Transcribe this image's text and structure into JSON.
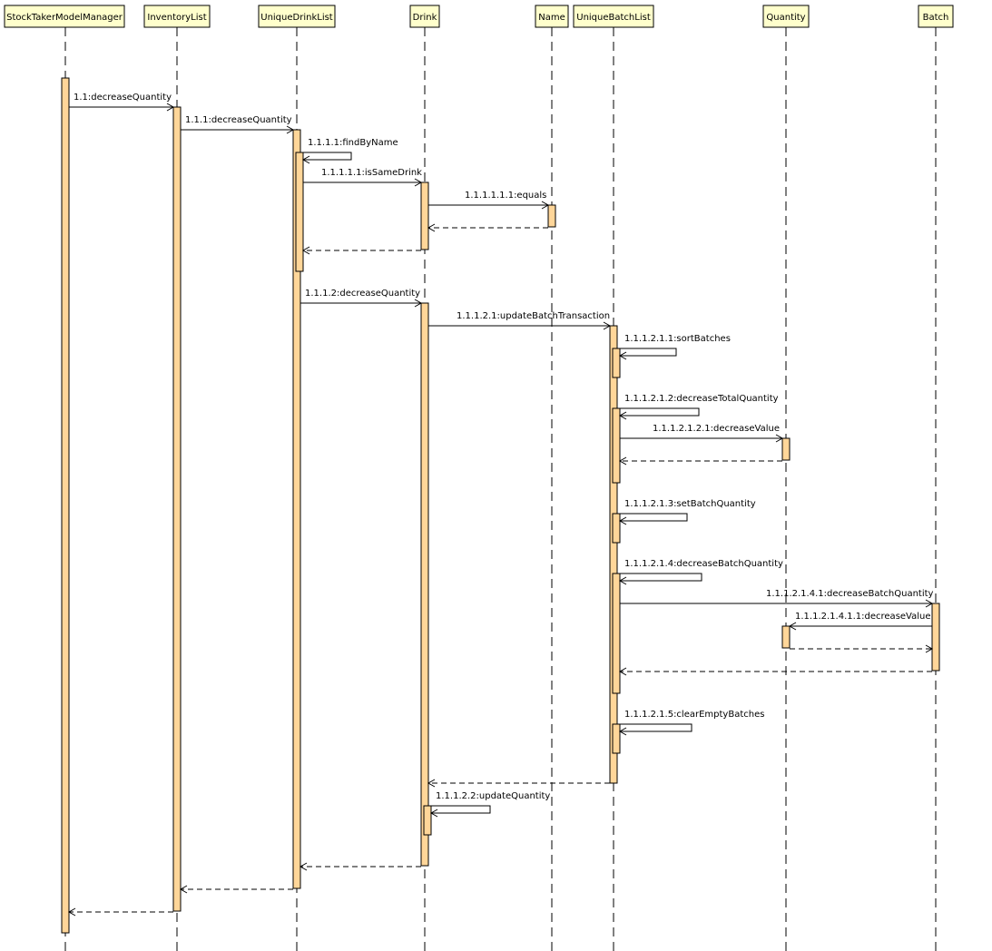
{
  "participants": [
    {
      "id": "stm",
      "label": "StockTakerModelManager"
    },
    {
      "id": "inv",
      "label": "InventoryList"
    },
    {
      "id": "udl",
      "label": "UniqueDrinkList"
    },
    {
      "id": "drink",
      "label": "Drink"
    },
    {
      "id": "name",
      "label": "Name"
    },
    {
      "id": "ubl",
      "label": "UniqueBatchList"
    },
    {
      "id": "qty",
      "label": "Quantity"
    },
    {
      "id": "batch",
      "label": "Batch"
    }
  ],
  "messages": [
    {
      "id": "m1",
      "label": "1.1:decreaseQuantity"
    },
    {
      "id": "m2",
      "label": "1.1.1:decreaseQuantity"
    },
    {
      "id": "m3",
      "label": "1.1.1.1:findByName"
    },
    {
      "id": "m4",
      "label": "1.1.1.1.1:isSameDrink"
    },
    {
      "id": "m5",
      "label": "1.1.1.1.1.1:equals"
    },
    {
      "id": "m6",
      "label": "1.1.1.2:decreaseQuantity"
    },
    {
      "id": "m7",
      "label": "1.1.1.2.1:updateBatchTransaction"
    },
    {
      "id": "m8",
      "label": "1.1.1.2.1.1:sortBatches"
    },
    {
      "id": "m9",
      "label": "1.1.1.2.1.2:decreaseTotalQuantity"
    },
    {
      "id": "m10",
      "label": "1.1.1.2.1.2.1:decreaseValue"
    },
    {
      "id": "m11",
      "label": "1.1.1.2.1.3:setBatchQuantity"
    },
    {
      "id": "m12",
      "label": "1.1.1.2.1.4:decreaseBatchQuantity"
    },
    {
      "id": "m13",
      "label": "1.1.1.2.1.4.1:decreaseBatchQuantity"
    },
    {
      "id": "m14",
      "label": "1.1.1.2.1.4.1.1:decreaseValue"
    },
    {
      "id": "m15",
      "label": "1.1.1.2.1.5:clearEmptyBatches"
    },
    {
      "id": "m16",
      "label": "1.1.1.2.2:updateQuantity"
    }
  ]
}
